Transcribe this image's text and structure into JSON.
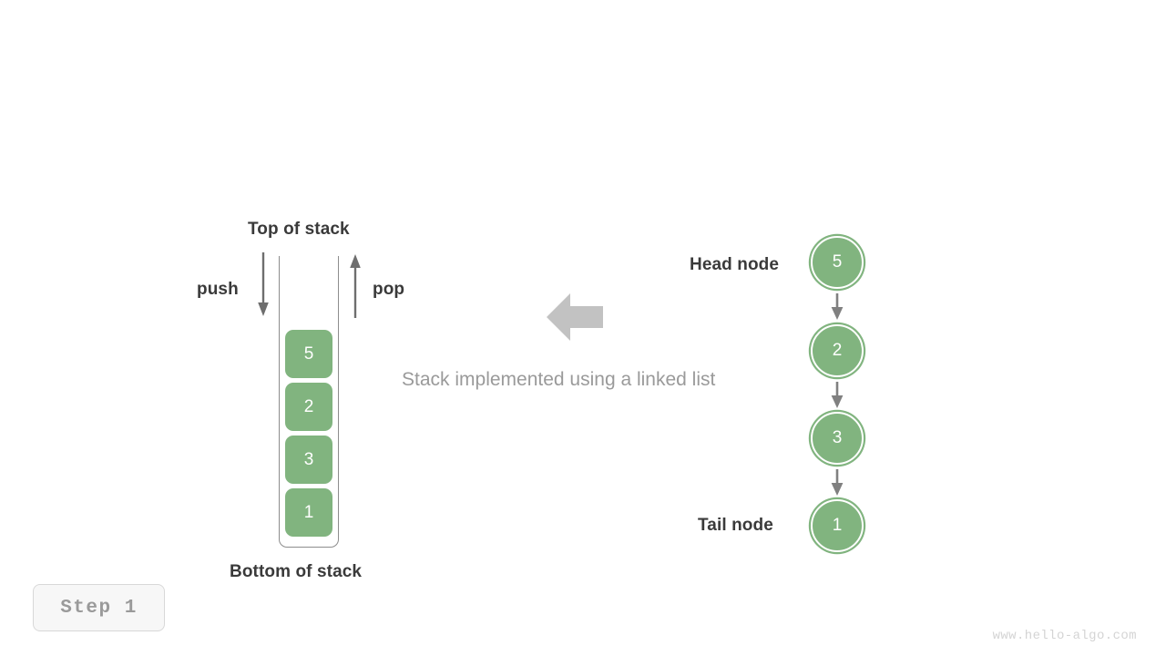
{
  "diagram": {
    "title_caption": "Stack implemented using a linked list",
    "colors": {
      "node_green": "#81b47f",
      "arrow_gray": "#808080",
      "flow_arrow_gray": "#c0c0c0",
      "label_dark": "#3a3a3a",
      "caption_gray": "#9a9a9a",
      "container_border": "#8d8d8d",
      "badge_text": "#9a9a9a",
      "watermark": "#d4d4d4"
    }
  },
  "stack": {
    "top_label": "Top of stack",
    "bottom_label": "Bottom of stack",
    "push_label": "push",
    "pop_label": "pop",
    "cells": [
      {
        "value": "5"
      },
      {
        "value": "2"
      },
      {
        "value": "3"
      },
      {
        "value": "1"
      }
    ]
  },
  "linked_list": {
    "head_label": "Head node",
    "tail_label": "Tail node",
    "nodes": [
      {
        "value": "5"
      },
      {
        "value": "2"
      },
      {
        "value": "3"
      },
      {
        "value": "1"
      }
    ]
  },
  "footer": {
    "step_label": "Step 1",
    "watermark": "www.hello-algo.com"
  },
  "chart_data": {
    "type": "diagram",
    "title": "Stack implemented using a linked list",
    "stack_values_top_to_bottom": [
      5,
      2,
      3,
      1
    ],
    "linked_list_values_head_to_tail": [
      5,
      2,
      3,
      1
    ],
    "operations": [
      "push",
      "pop"
    ],
    "annotations": [
      "Top of stack",
      "Bottom of stack",
      "Head node",
      "Tail node",
      "Step 1"
    ]
  }
}
